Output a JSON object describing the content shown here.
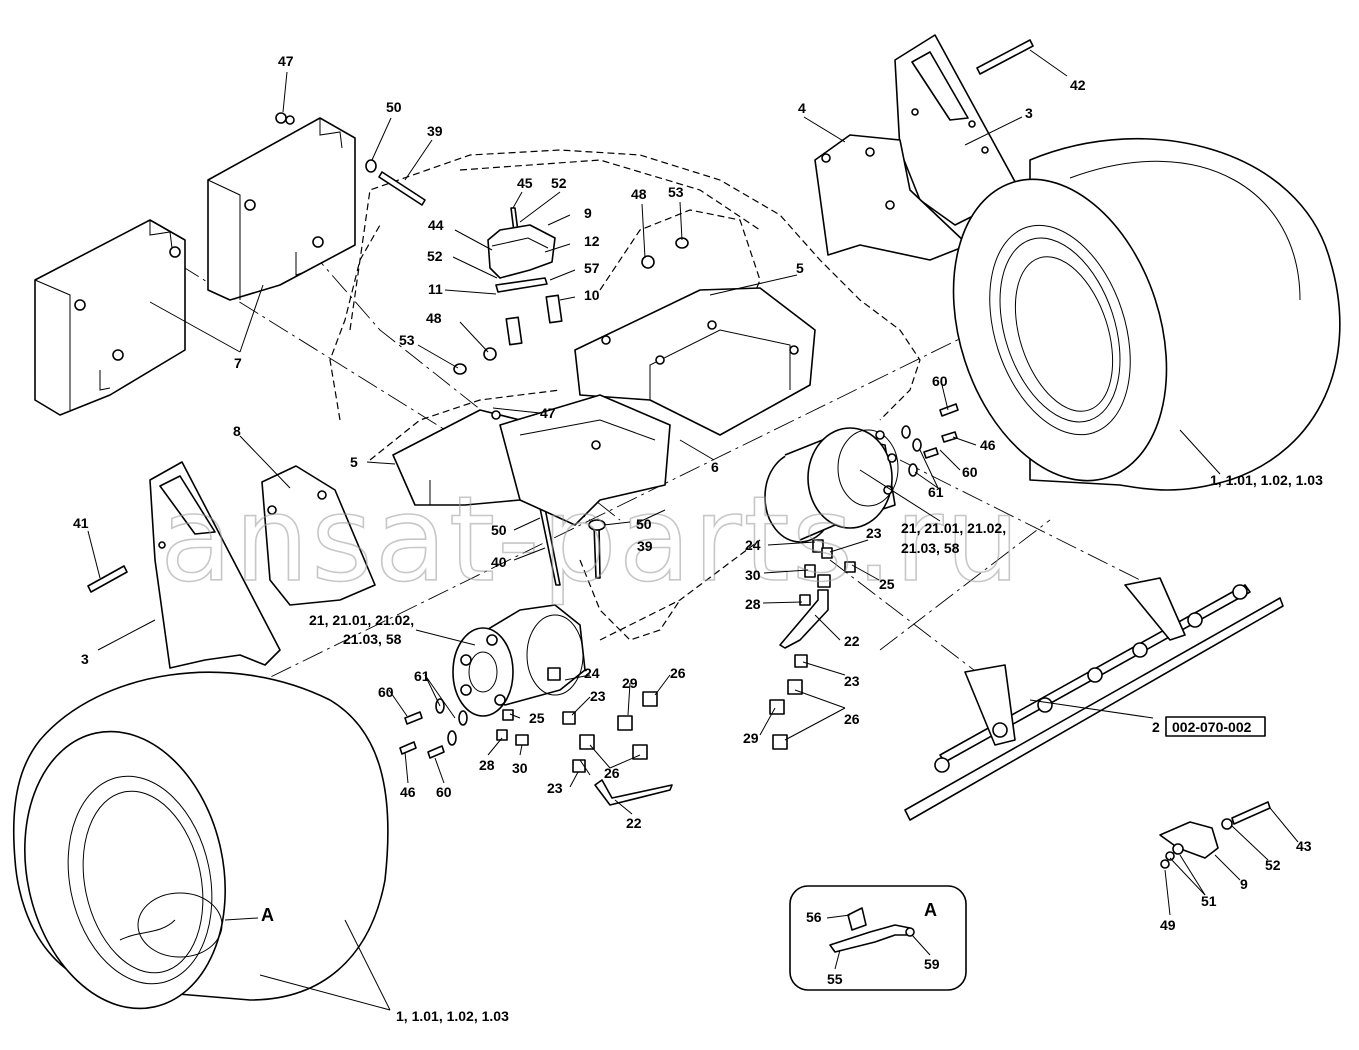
{
  "watermark": "ansat-parts.ru",
  "reference_box": "002-070-002",
  "detail_title": "A",
  "detail_callout": "A",
  "callouts": {
    "c47a": "47",
    "c50a": "50",
    "c39a": "39",
    "c45": "45",
    "c52a": "52",
    "c9a": "9",
    "c44": "44",
    "c12": "12",
    "c52b": "52",
    "c57": "57",
    "c11": "11",
    "c10": "10",
    "c48a": "48",
    "c53a": "53",
    "c4": "4",
    "c3a": "3",
    "c42": "42",
    "c5a": "5",
    "c53b": "53",
    "c48b": "48",
    "c7": "7",
    "c47b": "47",
    "c8": "8",
    "c5b": "5",
    "c6": "6",
    "c60a": "60",
    "c46a": "46",
    "c60b": "60",
    "c61a": "61",
    "c21a": "21, 21.01, 21.02,",
    "c21b": "21.03, 58",
    "c1a": "1, 1.01, 1.02, 1.03",
    "c41": "41",
    "c50b": "50",
    "c50c": "50",
    "c39b": "39",
    "c40": "40",
    "c24a": "24",
    "c23a": "23",
    "c30a": "30",
    "c25a": "25",
    "c28a": "28",
    "c22a": "22",
    "c23b": "23",
    "c26a": "26",
    "c29a": "29",
    "c2": "2",
    "c3b": "3",
    "c21c": "21, 21.01, 21.02,",
    "c21d": "21.03, 58",
    "c61b": "61",
    "c24b": "24",
    "c29b": "29",
    "c26b": "26",
    "c23c": "23",
    "c60c": "60",
    "c25b": "25",
    "c28b": "28",
    "c30b": "30",
    "c26c": "26",
    "c23d": "23",
    "c46b": "46",
    "c60d": "60",
    "c22b": "22",
    "c43": "43",
    "c52c": "52",
    "c9b": "9",
    "c51": "51",
    "c49": "49",
    "c56": "56",
    "c55": "55",
    "c59": "59",
    "c1b": "1, 1.01, 1.02, 1.03"
  }
}
